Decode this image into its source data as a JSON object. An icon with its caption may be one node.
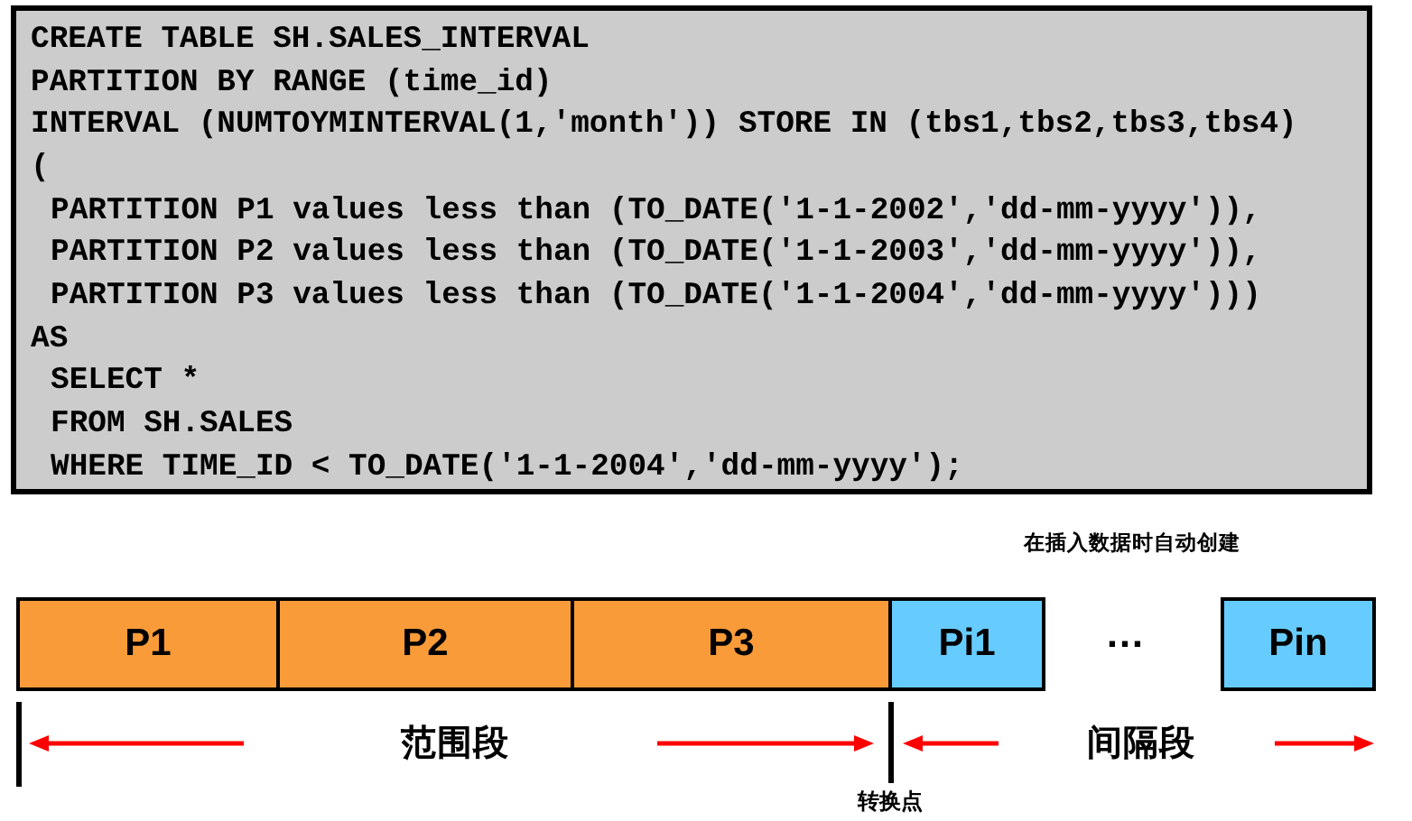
{
  "diagram": {
    "nodes": [
      {
        "text": [
          "CREATE TABLE SH.SALES_INTERVAL",
          "PARTITION BY RANGE (time_id)",
          "INTERVAL (NUMTOYMINTERVAL(1,'month')) STORE IN (tbs1,tbs2,tbs3,tbs4)",
          "(",
          "PARTITION P1 values less than (TO_DATE('1-1-2002','dd-mm-yyyy')),",
          "PARTITION P2 values less than (TO_DATE('1-1-2003','dd-mm-yyyy')),",
          "PARTITION P3 values less than (TO_DATE('1-1-2004','dd-mm-yyyy')))",
          "AS",
          "SELECT *",
          "FROM SH.SALES",
          "WHERE TIME_ID < TO_DATE('1-1-2004','dd-mm-yyyy');"
        ]
      },
      {
        "text": [
          "P1"
        ]
      },
      {
        "text": [
          "P2"
        ]
      },
      {
        "text": [
          "P3"
        ]
      },
      {
        "text": [
          "Pi1"
        ]
      },
      {
        "text": [
          "Pin"
        ]
      }
    ],
    "labels": [
      "在插入数据时自动创建",
      "…",
      "范围段",
      "间隔段",
      "转换点"
    ]
  }
}
